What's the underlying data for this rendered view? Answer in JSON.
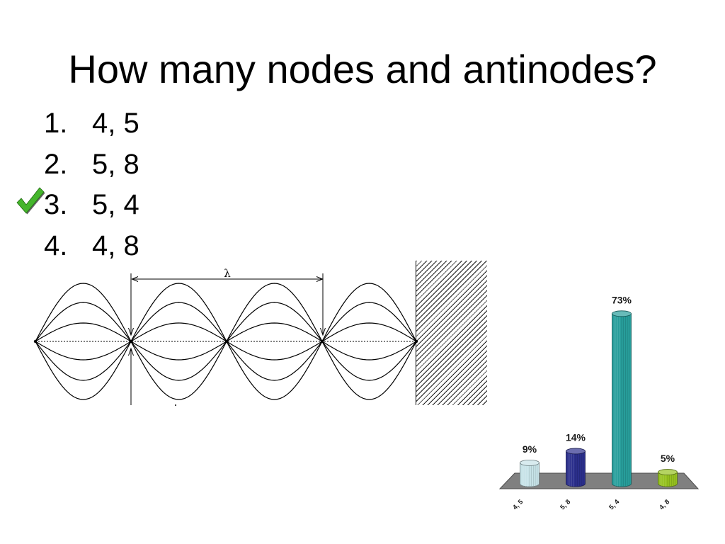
{
  "slide": {
    "title": "How many nodes and antinodes?",
    "options": [
      {
        "number": "1.",
        "text": "4, 5",
        "checked": false
      },
      {
        "number": "2.",
        "text": "5, 8",
        "checked": false
      },
      {
        "number": "3.",
        "text": "5, 4",
        "checked": true
      },
      {
        "number": "4.",
        "text": "4, 8",
        "checked": false
      }
    ],
    "check_icon": "checkmark-icon",
    "check_color": "#45b52c"
  },
  "diagram": {
    "wavelength_label": "λ"
  },
  "chart_data": {
    "type": "bar",
    "categories": [
      "4, 5",
      "5, 8",
      "5, 4",
      "4, 8"
    ],
    "values": [
      9,
      14,
      73,
      5
    ],
    "data_labels": [
      "9%",
      "14%",
      "73%",
      "5%"
    ],
    "colors": [
      "#c7e3e8",
      "#2b2f8c",
      "#279e9b",
      "#95c11f"
    ],
    "grid": false
  }
}
